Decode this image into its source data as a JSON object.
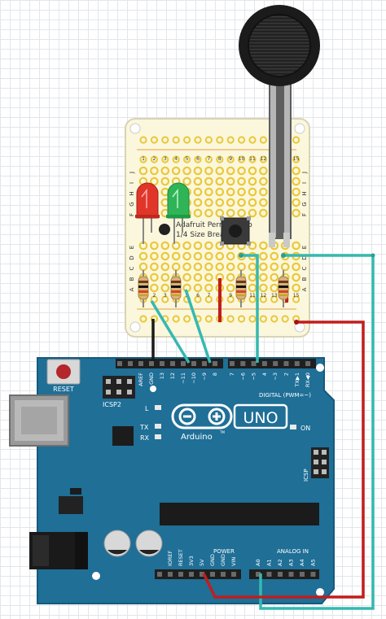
{
  "breadboard": {
    "brand_text": "Adafruit Perma-Proto",
    "size_text": "1/4 Size Breadboard",
    "row_letters_top": [
      "J",
      "I",
      "H",
      "G",
      "F"
    ],
    "row_letters_bottom": [
      "E",
      "D",
      "C",
      "B",
      "A"
    ],
    "column_numbers": [
      "1",
      "2",
      "3",
      "4",
      "5",
      "6",
      "7",
      "8",
      "9",
      "10",
      "11",
      "12",
      "13",
      "14",
      "15"
    ]
  },
  "arduino": {
    "reset_label": "RESET",
    "icsp2_label": "ICSP2",
    "led_l_label": "L",
    "tx_label": "TX",
    "rx_label": "RX",
    "on_label": "ON",
    "uno_logo": "UNO",
    "arduino_logo": "Arduino",
    "trademark": "TM",
    "digital_label": "DIGITAL (PWM=~)",
    "icsp_label": "ICSP",
    "power_label": "POWER",
    "analog_label": "ANALOG IN",
    "digital_pins": [
      "AREF",
      "GND",
      "13",
      "12",
      "~11",
      "~10",
      "~9",
      "8",
      "7",
      "~6",
      "~5",
      "4",
      "~3",
      "2",
      "TX▶1",
      "RX◀0"
    ],
    "power_pins": [
      "IOREF",
      "RESET",
      "3V3",
      "5V",
      "GND",
      "GND",
      "VIN"
    ],
    "analog_pins": [
      "A0",
      "A1",
      "A2",
      "A3",
      "A4",
      "A5"
    ]
  },
  "colors": {
    "board_blue": "#1f6f97",
    "board_dark": "#175a7c",
    "wire_red": "#c21d1d",
    "wire_teal": "#34b9b0",
    "wire_black": "#1a1a1a",
    "proto_bg": "#fbf7dc",
    "hole_yellow": "#e9c83b",
    "led_red": "#e0362a",
    "led_green": "#2fb457",
    "sensor_black": "#1b1b1b"
  }
}
